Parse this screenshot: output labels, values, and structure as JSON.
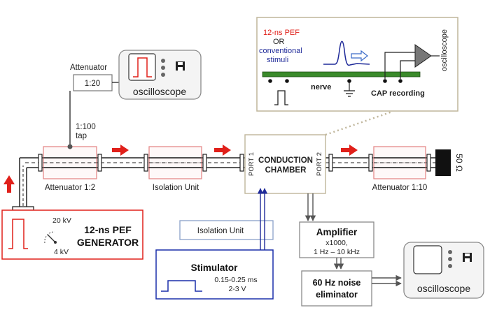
{
  "colors": {
    "red": "#e0201a",
    "pink_border": "#e58a8a",
    "blue": "#1f2a99",
    "dark_blue": "#1a2faa",
    "green": "#3a8a2a",
    "tan_border": "#bfb59a",
    "gray_border": "#8a8a8a",
    "light_gray": "#f4f4f4"
  },
  "icons": {
    "floppy": "floppy-disk-icon",
    "arrow": "arrow-right-icon"
  },
  "labels": {
    "attenuator_small": "Attenuator",
    "ratio_1_20": "1:20",
    "oscilloscope_top": "oscilloscope",
    "tap_ratio": "1:100",
    "tap": "tap",
    "attenuator_1_2": "Attenuator 1:2",
    "isolation_unit_line": "Isolation Unit",
    "chamber_line1": "CONDUCTION",
    "chamber_line2": "CHAMBER",
    "port1": "PORT 1",
    "port2": "PORT 2",
    "attenuator_1_10": "Attenuator 1:10",
    "ohm": "50 Ω",
    "inset_pef": "12-ns PEF",
    "inset_or": "OR",
    "inset_conv1": "conventional",
    "inset_conv2": "stimuli",
    "inset_nerve": "nerve",
    "inset_cap": "CAP recording",
    "inset_osc": "oscilloscope",
    "gen_20kv": "20 kV",
    "gen_4kv": "4 kV",
    "gen_title1": "12-ns PEF",
    "gen_title2": "GENERATOR",
    "iso_unit_stim": "Isolation Unit",
    "stim_title": "Stimulator",
    "stim_ms": "0.15-0.25 ms",
    "stim_v": "2-3 V",
    "amp_title": "Amplifier",
    "amp_gain": "x1000,",
    "amp_band": "1 Hz – 10 kHz",
    "noise1": "60 Hz noise",
    "noise2": "eliminator",
    "oscilloscope_right": "oscilloscope"
  }
}
